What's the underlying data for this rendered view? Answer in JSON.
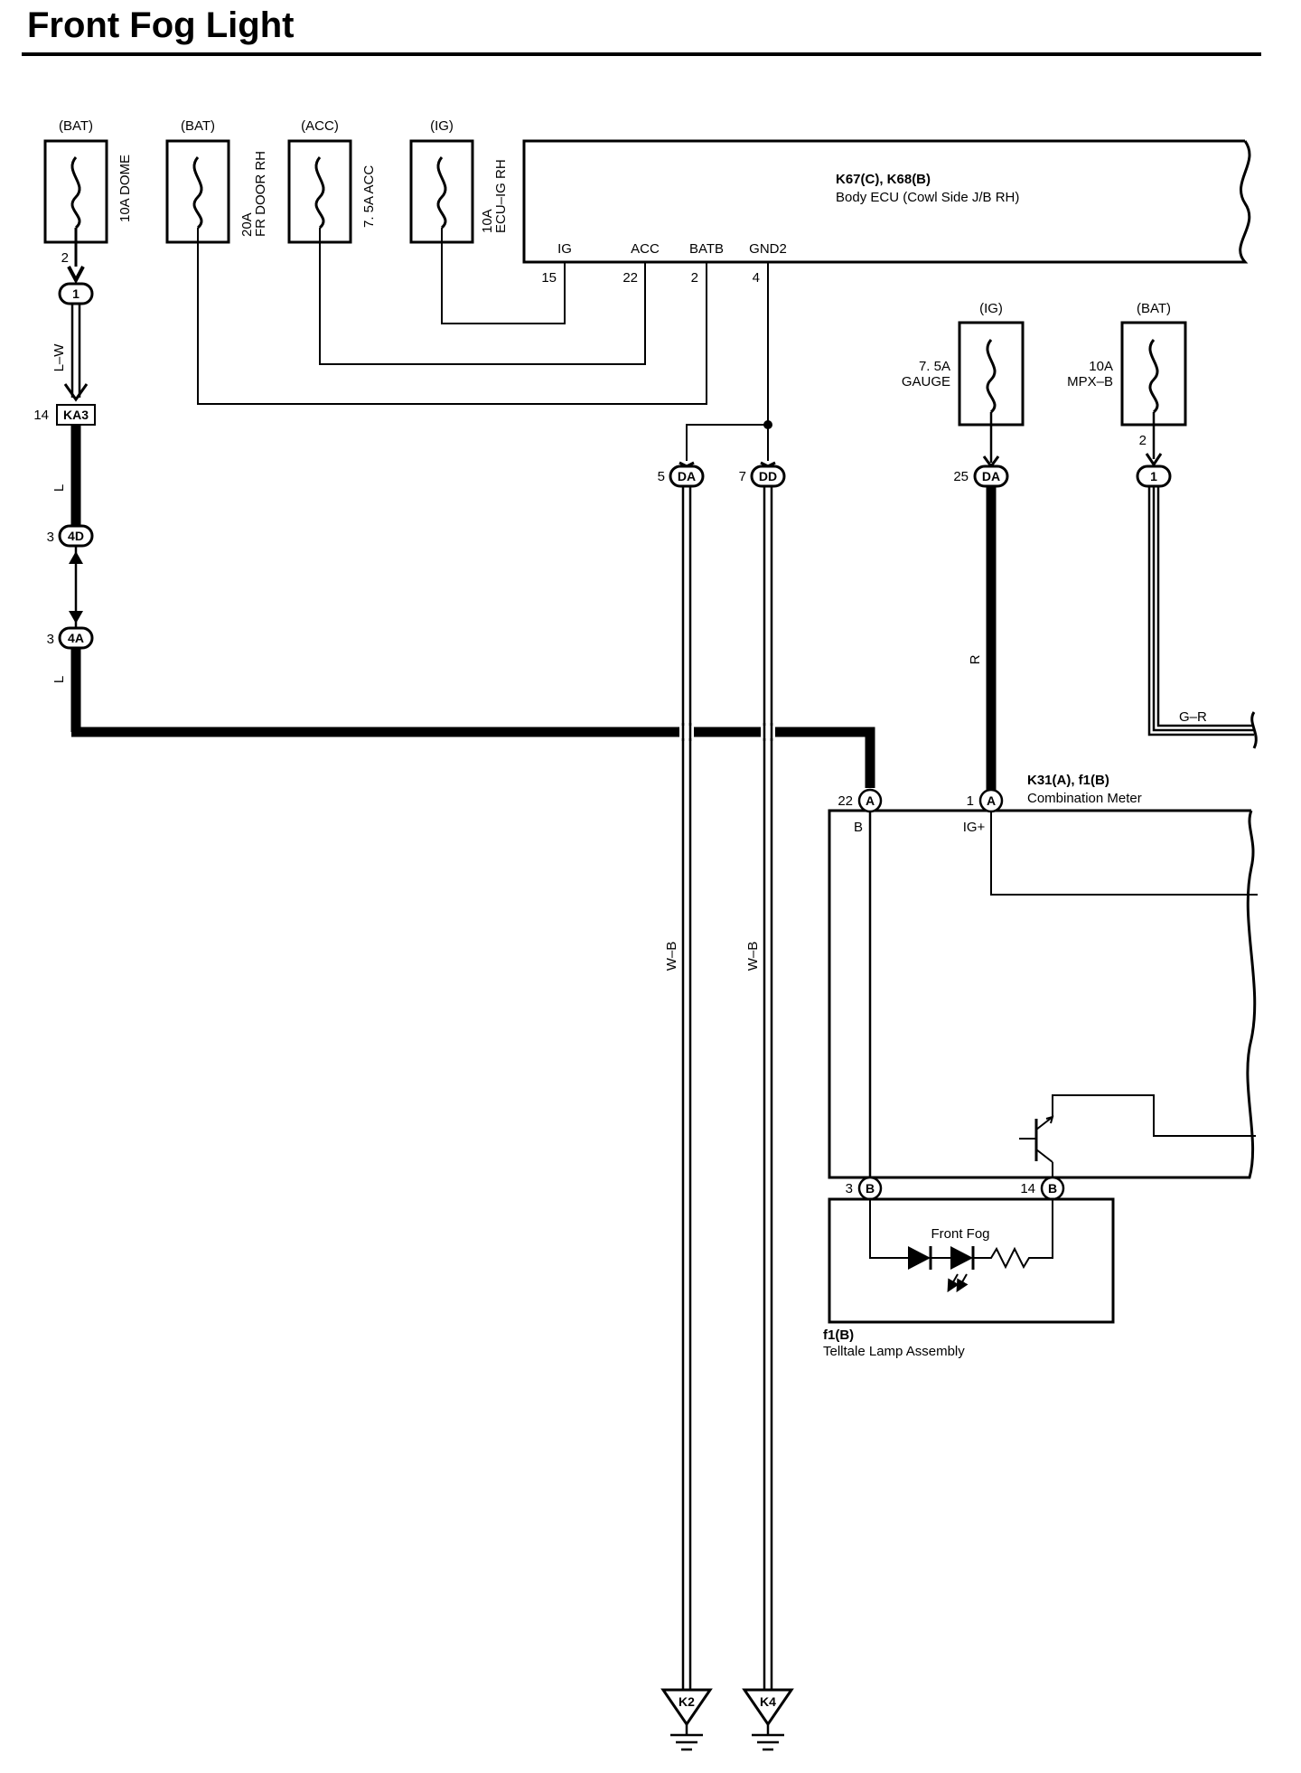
{
  "title": "Front Fog Light",
  "fuses": [
    {
      "source": "(BAT)",
      "rating": "10A",
      "name": "DOME",
      "label": "10A DOME",
      "pin": "2"
    },
    {
      "source": "(BAT)",
      "rating": "20A",
      "name": "FR DOOR RH",
      "label_line1": "20A",
      "label_line2": "FR DOOR RH"
    },
    {
      "source": "(ACC)",
      "rating": "7.5A",
      "name": "ACC",
      "label": "7. 5A ACC"
    },
    {
      "source": "(IG)",
      "rating": "10A",
      "name": "ECU-IG RH",
      "label_line1": "10A",
      "label_line2": "ECU–IG RH"
    },
    {
      "source": "(IG)",
      "rating": "7.5A",
      "name": "GAUGE",
      "label_line1": "7. 5A",
      "label_line2": "GAUGE"
    },
    {
      "source": "(BAT)",
      "rating": "10A",
      "name": "MPX-B",
      "label_line1": "10A",
      "label_line2": "MPX–B",
      "pin": "2"
    }
  ],
  "body_ecu": {
    "codes": "K67(C), K68(B)",
    "name": "Body ECU (Cowl Side J/B RH)",
    "terminals": [
      {
        "name": "IG",
        "pin": "15"
      },
      {
        "name": "ACC",
        "pin": "22"
      },
      {
        "name": "BATB",
        "pin": "2"
      },
      {
        "name": "GND2",
        "pin": "4"
      }
    ]
  },
  "connectors": {
    "c1_left": {
      "code": "1"
    },
    "ka3": {
      "code": "KA3",
      "pin": "14"
    },
    "c4d": {
      "code": "4D",
      "pin": "3"
    },
    "c4a": {
      "code": "4A",
      "pin": "3"
    },
    "da5": {
      "code": "DA",
      "pin": "5"
    },
    "dd7": {
      "code": "DD",
      "pin": "7"
    },
    "da25": {
      "code": "DA",
      "pin": "25"
    },
    "c1_right": {
      "code": "1"
    },
    "meter_a22": {
      "code": "A",
      "pin": "22"
    },
    "meter_a1": {
      "code": "A",
      "pin": "1"
    },
    "lamp_b3": {
      "code": "B",
      "pin": "3"
    },
    "lamp_b14": {
      "code": "B",
      "pin": "14"
    }
  },
  "wires": {
    "lw": "L–W",
    "l1": "L",
    "l2": "L",
    "r": "R",
    "gr": "G–R",
    "wb1": "W–B",
    "wb2": "W–B"
  },
  "combination_meter": {
    "codes": "K31(A), f1(B)",
    "name": "Combination Meter",
    "terminals": [
      {
        "name": "B"
      },
      {
        "name": "IG+"
      }
    ]
  },
  "telltale": {
    "indicator": "Front Fog",
    "code": "f1(B)",
    "name": "Telltale Lamp Assembly"
  },
  "grounds": [
    {
      "code": "K2"
    },
    {
      "code": "K4"
    }
  ]
}
